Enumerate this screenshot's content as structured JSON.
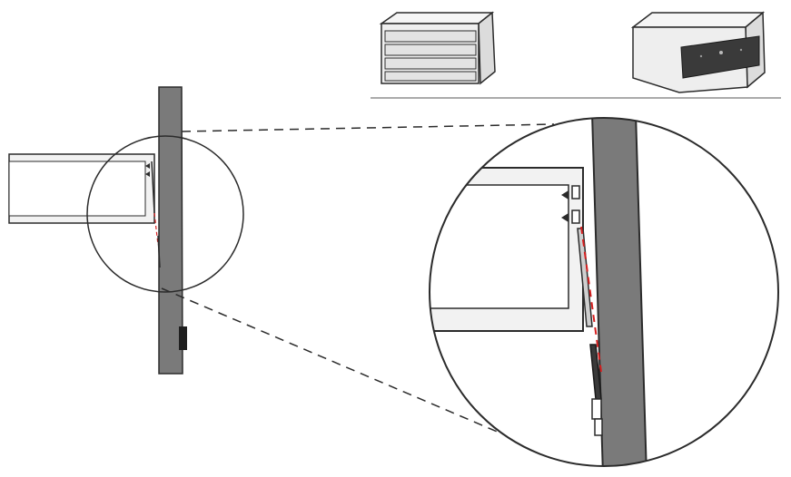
{
  "diagram": {
    "kind": "technical-illustration",
    "text_labels": [],
    "thumbnails": [
      {
        "name": "drawer-unit-front-view",
        "style": "stacked drawers"
      },
      {
        "name": "drawer-unit-dark-front-view",
        "style": "dark front panel"
      }
    ],
    "colors": {
      "wall": "#7a7a7a",
      "drawer_fill": "#f2f2f2",
      "outline": "#2b2b2b",
      "hinge_line": "#d61f1f",
      "dark_panel": "#3a3a3a"
    }
  }
}
